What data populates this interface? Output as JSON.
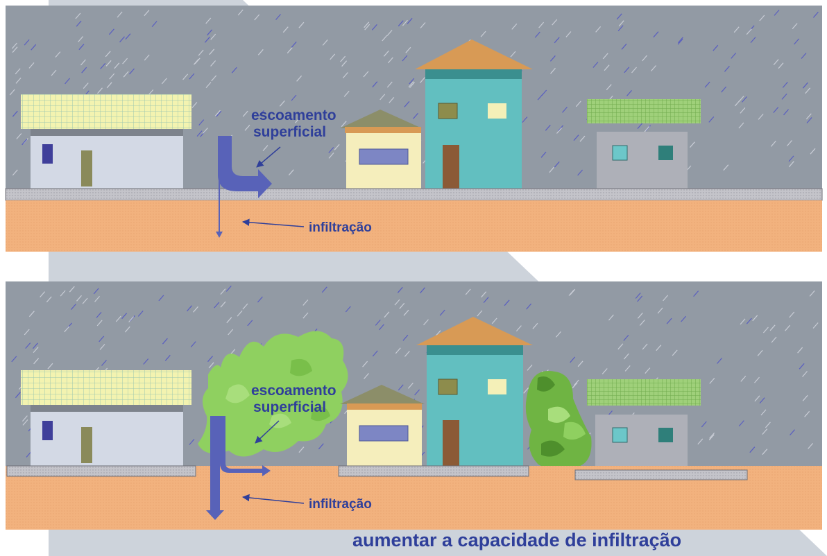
{
  "panels": [
    {
      "id": "before",
      "runoff_label": [
        "escoamento",
        "superficial"
      ],
      "infiltration_label": "infiltração"
    },
    {
      "id": "after",
      "runoff_label": [
        "escoamento",
        "superficial"
      ],
      "infiltration_label": "infiltração"
    }
  ],
  "caption": "aumentar a capacidade de infiltração",
  "colors": {
    "sky": "#929aa4",
    "rain": "#c9cdd6",
    "rain_blue": "#5a5fc0",
    "soil": "#f2b27e",
    "pavement": "#bcbcc2",
    "flow_arrow": "#5862b8",
    "label": "#2f3f9a",
    "vegetation": "#8fd060",
    "house_teal": "#62bfc0",
    "roof": "#d89a55"
  }
}
